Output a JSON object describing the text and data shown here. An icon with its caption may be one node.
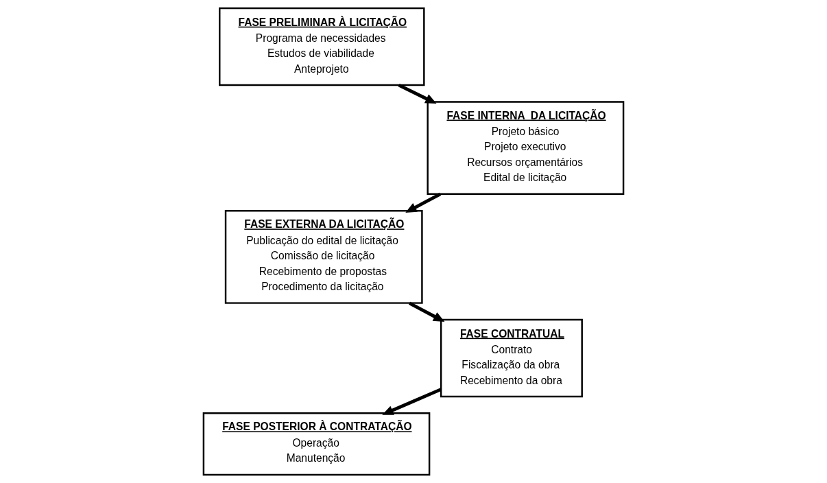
{
  "diagram": {
    "nodes": [
      {
        "text": [
          "FASE PRELIMINAR À LICITAÇÃO",
          "Programa de necessidades",
          "Estudos de viabilidade",
          "Anteprojeto"
        ]
      },
      {
        "text": [
          "FASE INTERNA  DA LICITAÇÃO",
          "Projeto básico",
          "Projeto executivo",
          "Recursos orçamentários",
          "Edital de licitação"
        ]
      },
      {
        "text": [
          "FASE EXTERNA DA LICITAÇÃO",
          "Publicação do edital de licitação",
          "Comissão de licitação",
          "Recebimento de propostas",
          "Procedimento da licitação"
        ]
      },
      {
        "text": [
          "FASE CONTRATUAL",
          "Contrato",
          "Fiscalização da obra",
          "Recebimento da obra"
        ]
      },
      {
        "text": [
          "FASE POSTERIOR À CONTRATAÇÃO",
          "Operação",
          "Manutenção"
        ]
      }
    ],
    "edges": [
      {
        "from": 0,
        "to": 1,
        "arrow": "to"
      },
      {
        "from": 1,
        "to": 2,
        "arrow": "to"
      },
      {
        "from": 2,
        "to": 3,
        "arrow": "to"
      },
      {
        "from": 3,
        "to": 4,
        "arrow": "to"
      }
    ]
  }
}
